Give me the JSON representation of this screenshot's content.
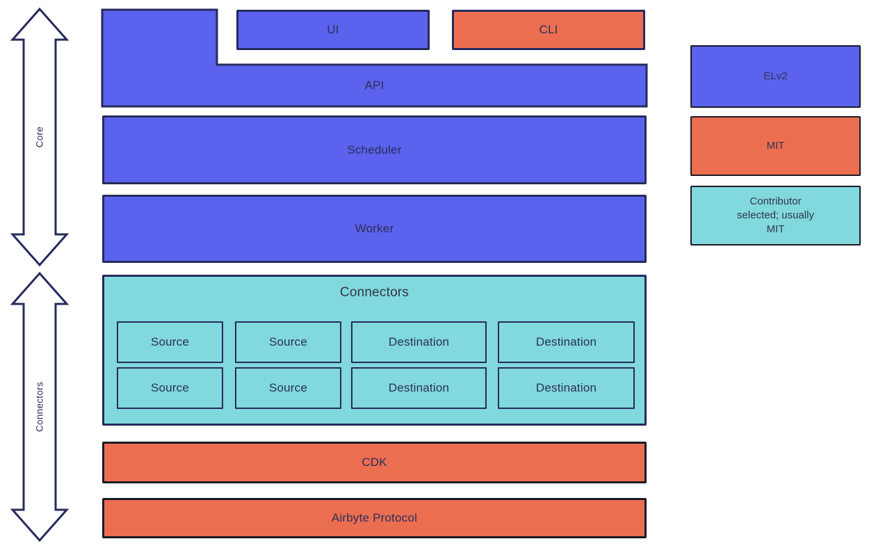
{
  "colors": {
    "blue": "#5b62ed",
    "coral": "#ec6e51",
    "teal": "#81d8dd",
    "navy_border": "#252b5c",
    "dark_border": "#1a1b26",
    "label_text": "#2b2f58"
  },
  "arrows": {
    "core_label": "Core",
    "connectors_label": "Connectors"
  },
  "stack": {
    "ui_label": "UI",
    "cli_label": "CLI",
    "api_label": "API",
    "scheduler_label": "Scheduler",
    "worker_label": "Worker",
    "connectors": {
      "title": "Connectors",
      "boxes": [
        "Source",
        "Source",
        "Destination",
        "Destination",
        "Source",
        "Source",
        "Destination",
        "Destination"
      ]
    },
    "cdk_label": "CDK",
    "protocol_label": "Airbyte Protocol"
  },
  "legend": {
    "items": [
      {
        "label": "ELv2",
        "color": "#5b62ed"
      },
      {
        "label": "MIT",
        "color": "#ec6e51"
      },
      {
        "label": "Contributor\nselected; usually\nMIT",
        "color": "#81d8dd"
      }
    ]
  }
}
